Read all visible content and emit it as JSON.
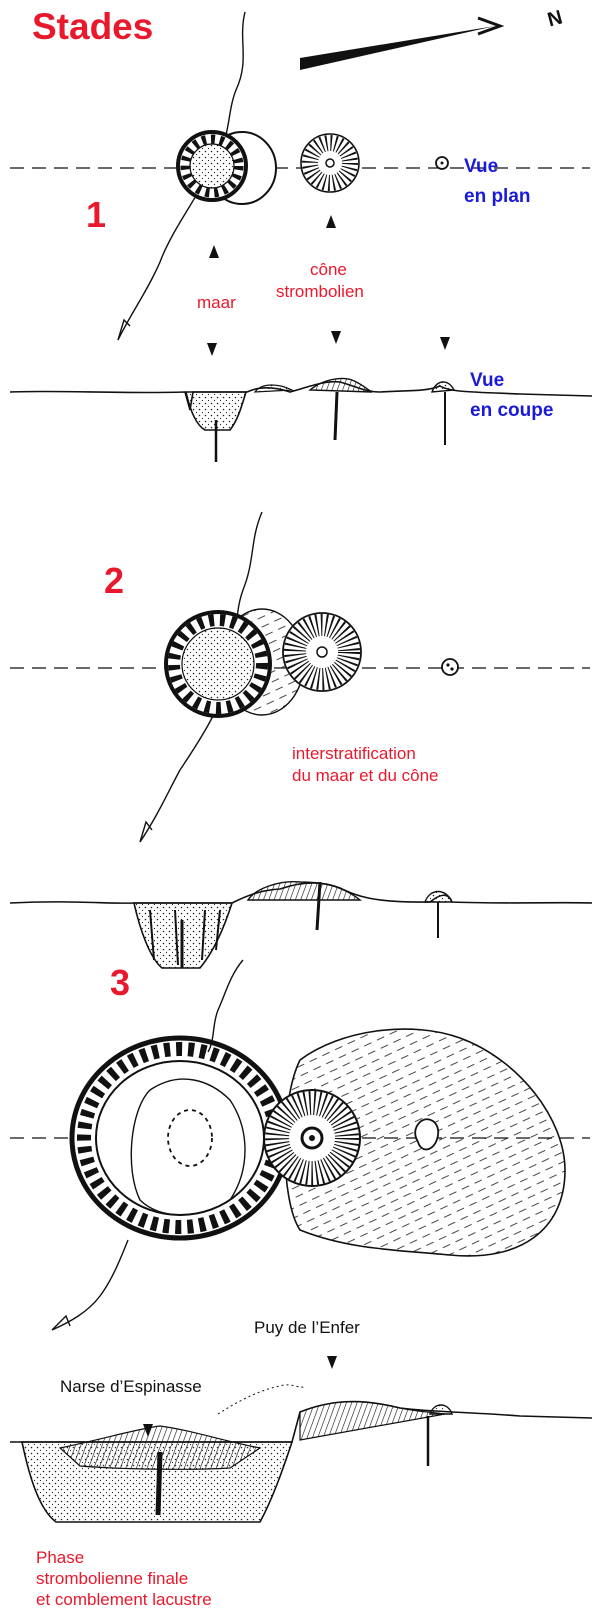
{
  "title": "Stades",
  "north": "N",
  "colors": {
    "labels_red": "#e8192c",
    "labels_blue": "#1a1adb",
    "ink": "#111111"
  },
  "stage1": {
    "number": "1",
    "maar_label": "maar",
    "cone_label_1": "cône",
    "cone_label_2": "strombolien",
    "plan_label_1": "Vue",
    "plan_label_2": "en plan",
    "section_label_1": "Vue",
    "section_label_2": "en coupe"
  },
  "stage2": {
    "number": "2",
    "caption_1": "interstratification",
    "caption_2": "du maar et du cône"
  },
  "stage3": {
    "number": "3",
    "puy_label": "Puy de l’Enfer",
    "narse_label": "Narse d’Espinasse",
    "phase_1": "Phase",
    "phase_2": "strombolienne finale",
    "phase_3": "et comblement lacustre"
  }
}
